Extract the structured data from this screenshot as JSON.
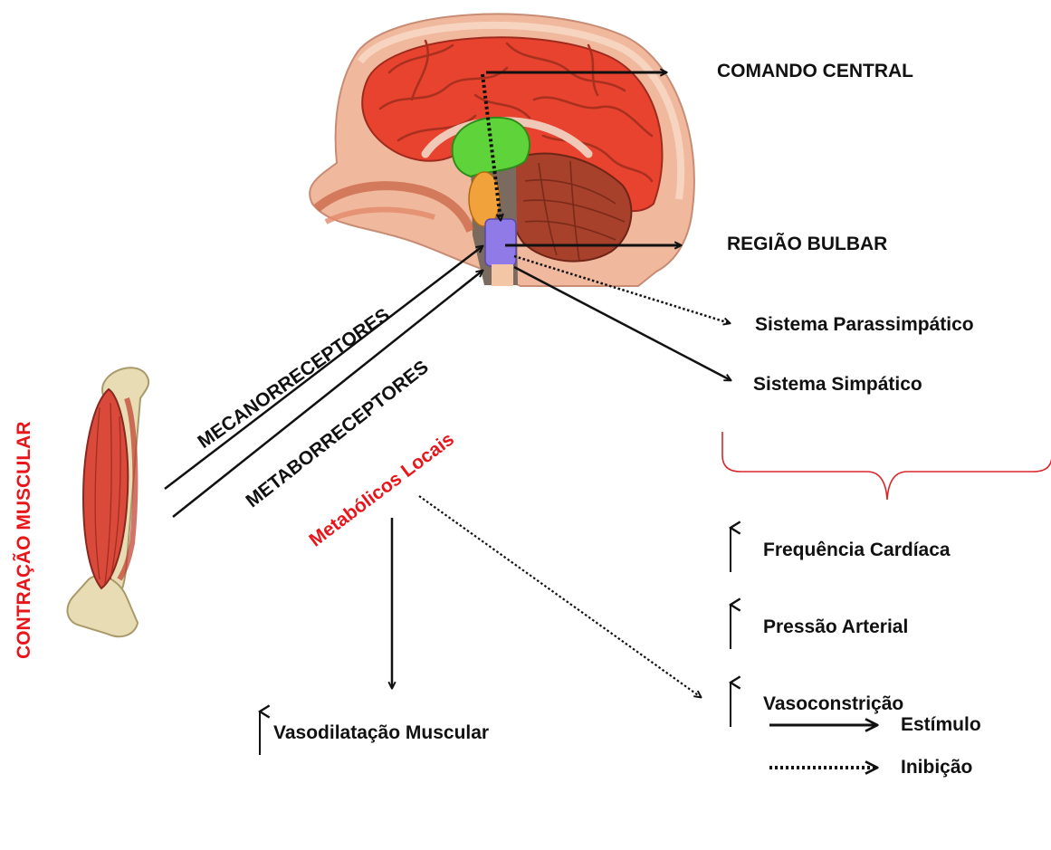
{
  "labels": {
    "central_command": "COMANDO CENTRAL",
    "bulbar_region": "REGIÃO BULBAR",
    "parasympathetic": "Sistema Parassimpático",
    "sympathetic": "Sistema Simpático",
    "muscle_contraction": "CONTRAÇÃO MUSCULAR",
    "mechanoreceptors": "MECANORRECEPTORES",
    "metaboreceptors": "METABORRECEPTORES",
    "local_metabolites": "Metabólicos Locais",
    "heart_rate": "Frequência Cardíaca",
    "blood_pressure": "Pressão Arterial",
    "vasoconstriction": "Vasoconstrição",
    "muscle_vasodilation": "Vasodilatação  Muscular"
  },
  "legend": {
    "stimulus": "Estímulo",
    "inhibition": "Inibição"
  },
  "colors": {
    "label_red": "#e8161b",
    "label_black": "#111111",
    "brace_red": "#d8262b",
    "cerebrum": "#e8432e",
    "hypothalamus_green": "#5fd43a",
    "pons_orange": "#f2a23a",
    "medulla_purple": "#8f7ae8",
    "cerebellum": "#a7412c",
    "skin": "#f0b89c"
  }
}
